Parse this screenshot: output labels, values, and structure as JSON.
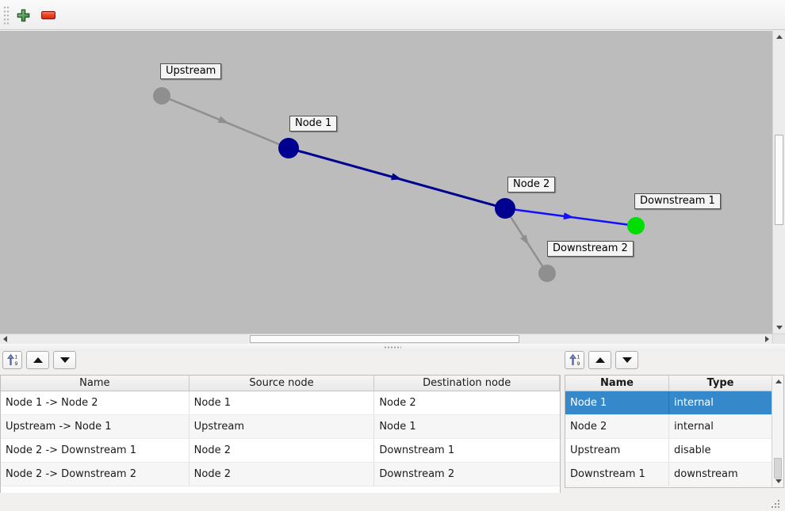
{
  "toolbar": {
    "icons": [
      {
        "name": "add-node-icon"
      },
      {
        "name": "remove-node-icon"
      }
    ]
  },
  "graph": {
    "canvas_color": "#bcbcbc",
    "node_labels": {
      "upstream": "Upstream",
      "node1": "Node 1",
      "node2": "Node 2",
      "downstream1": "Downstream 1",
      "downstream2": "Downstream 2"
    },
    "node_colors": {
      "internal": "#000090",
      "disable": "#8f8f8f",
      "downstream": "#00dd00"
    },
    "edge_colors": {
      "gray": "#8f8f8f",
      "navy": "#000090",
      "blue": "#1010ff"
    }
  },
  "panel_toolbar": {
    "icons": [
      {
        "name": "sort-icon"
      },
      {
        "name": "move-up-icon"
      },
      {
        "name": "move-down-icon"
      }
    ]
  },
  "edges_panel": {
    "columns": [
      "Name",
      "Source node",
      "Destination node"
    ],
    "rows": [
      {
        "name": "Node 1 -> Node 2",
        "source": "Node 1",
        "destination": "Node 2"
      },
      {
        "name": "Upstream -> Node 1",
        "source": "Upstream",
        "destination": "Node 1"
      },
      {
        "name": "Node 2 -> Downstream 1",
        "source": "Node 2",
        "destination": "Downstream 1"
      },
      {
        "name": "Node 2 -> Downstream 2",
        "source": "Node 2",
        "destination": "Downstream 2"
      }
    ]
  },
  "nodes_panel": {
    "columns": [
      "Name",
      "Type"
    ],
    "rows": [
      {
        "name": "Node 1",
        "type": "internal"
      },
      {
        "name": "Node 2",
        "type": "internal"
      },
      {
        "name": "Upstream",
        "type": "disable"
      },
      {
        "name": "Downstream 1",
        "type": "downstream"
      }
    ],
    "selected_row_index": 0,
    "selection_color": "#3589ca"
  }
}
